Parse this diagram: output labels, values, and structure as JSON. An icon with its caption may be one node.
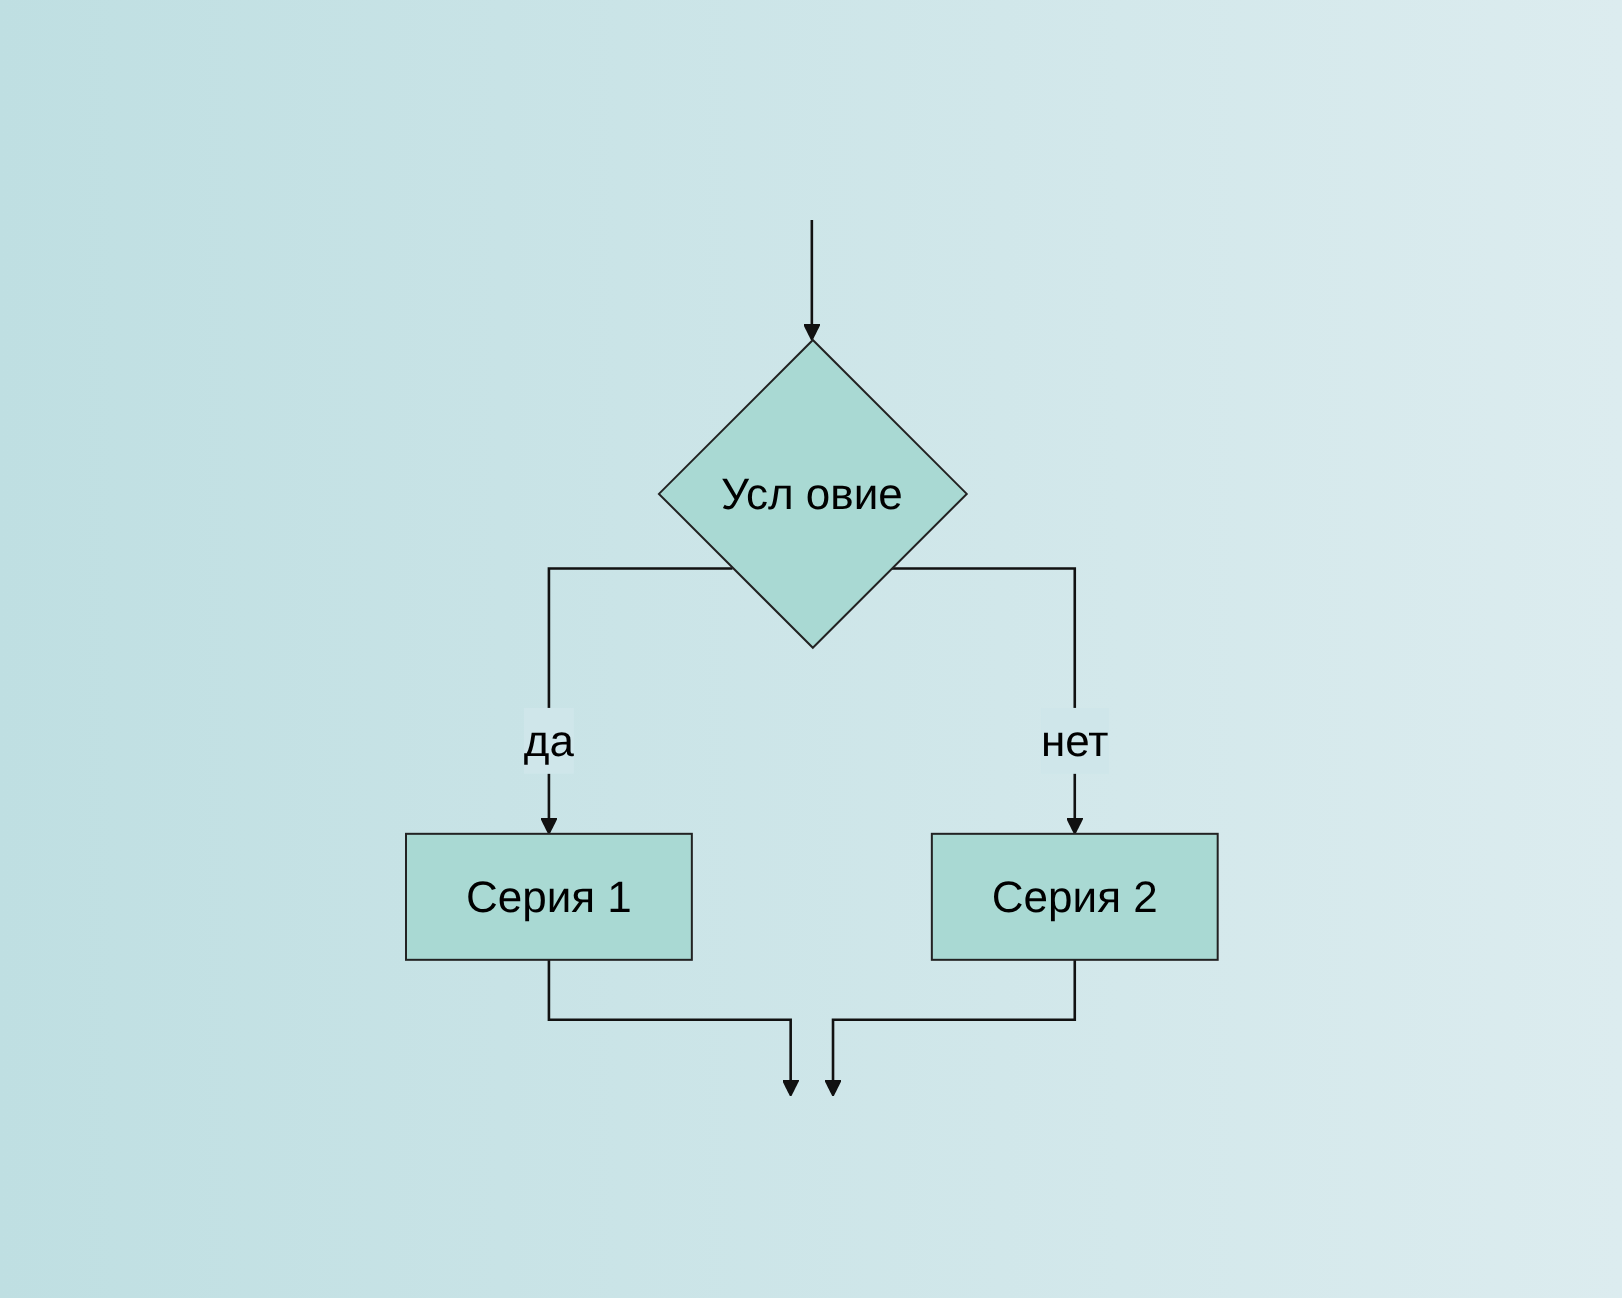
{
  "diagram": {
    "nodes": [
      {
        "text": [
          "Усл овие"
        ]
      },
      {
        "text": [
          "Серия 1"
        ]
      },
      {
        "text": [
          "Серия 2"
        ]
      }
    ],
    "edges": [
      {
        "from": null,
        "to": 0,
        "arrow": "to"
      },
      {
        "from": 0,
        "to": 1,
        "label": "да",
        "arrow": "to"
      },
      {
        "from": 0,
        "to": 2,
        "label": "нет",
        "arrow": "to"
      },
      {
        "from": 1,
        "to": null,
        "arrow": "to"
      },
      {
        "from": 2,
        "to": null,
        "arrow": "to"
      }
    ]
  }
}
